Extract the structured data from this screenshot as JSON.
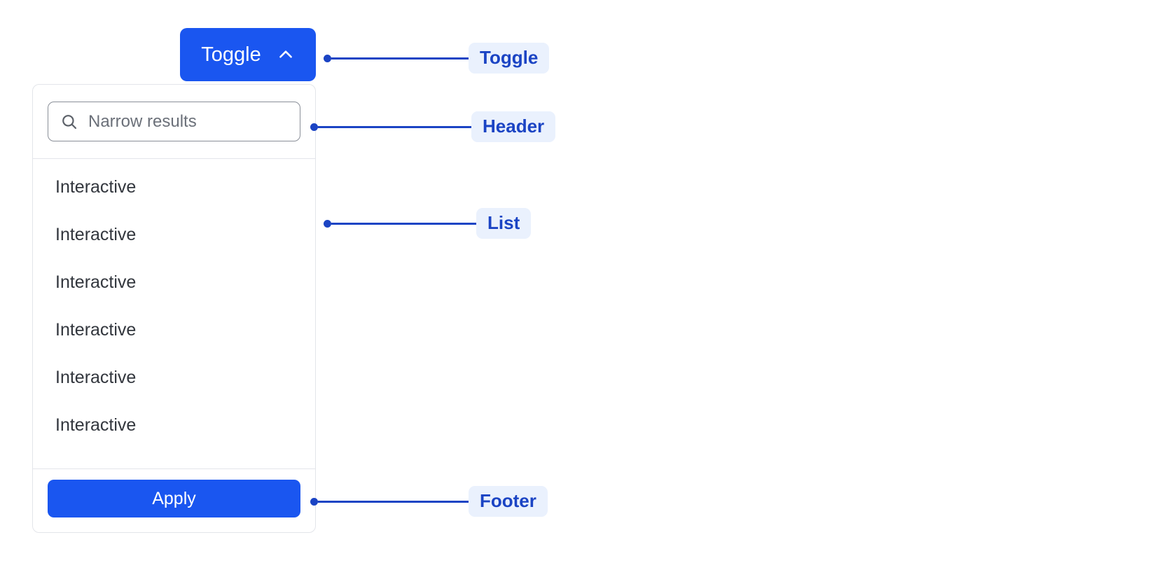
{
  "toggle": {
    "label": "Toggle",
    "icon": "chevron-up-icon",
    "expanded": true,
    "background_color": "#1a56f0",
    "text_color": "#ffffff"
  },
  "panel": {
    "header": {
      "search": {
        "icon": "search-icon",
        "placeholder": "Narrow results",
        "value": ""
      }
    },
    "list": {
      "items": [
        {
          "label": "Interactive"
        },
        {
          "label": "Interactive"
        },
        {
          "label": "Interactive"
        },
        {
          "label": "Interactive"
        },
        {
          "label": "Interactive"
        },
        {
          "label": "Interactive"
        }
      ]
    },
    "footer": {
      "apply_label": "Apply",
      "apply_background_color": "#1a56f0"
    },
    "border_color": "#e3e5ea",
    "background_color": "#ffffff"
  },
  "annotations": [
    {
      "id": "toggle",
      "label": "Toggle"
    },
    {
      "id": "header",
      "label": "Header"
    },
    {
      "id": "list",
      "label": "List"
    },
    {
      "id": "footer",
      "label": "Footer"
    }
  ],
  "annotation_style": {
    "line_color": "#1b44c4",
    "pill_background": "#eaf1fd",
    "pill_text_color": "#1b44c4"
  },
  "page": {
    "background_color": "#ffffff"
  }
}
